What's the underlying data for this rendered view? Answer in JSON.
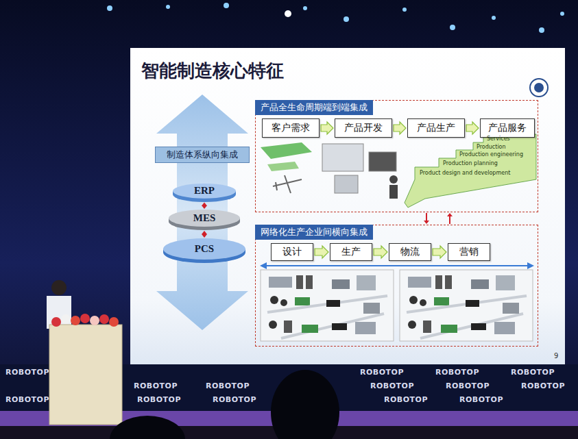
{
  "diagram": {
    "title": "智能制造核心特征",
    "nodes": [
      {
        "text": [
          "制造体系纵向集成"
        ]
      },
      {
        "text": [
          "ERP"
        ]
      },
      {
        "text": [
          "MES"
        ]
      },
      {
        "text": [
          "PCS"
        ]
      },
      {
        "text": [
          "产品全生命周期端到端集成"
        ]
      },
      {
        "text": [
          "客户需求"
        ],
        "in": 4
      },
      {
        "text": [
          "产品开发"
        ],
        "in": 4
      },
      {
        "text": [
          "产品生产"
        ],
        "in": 4
      },
      {
        "text": [
          "产品服务"
        ],
        "in": 4
      },
      {
        "text": [
          "网络化生产企业间横向集成"
        ]
      },
      {
        "text": [
          "设计"
        ],
        "in": 9
      },
      {
        "text": [
          "生产"
        ],
        "in": 9
      },
      {
        "text": [
          "物流"
        ],
        "in": 9
      },
      {
        "text": [
          "营销"
        ],
        "in": 9
      }
    ],
    "edges": [
      {
        "from": 1,
        "to": 2,
        "arrow": "both"
      },
      {
        "from": 2,
        "to": 3,
        "arrow": "both"
      },
      {
        "from": 5,
        "to": 6,
        "arrow": "to"
      },
      {
        "from": 6,
        "to": 7,
        "arrow": "to"
      },
      {
        "from": 7,
        "to": 8,
        "arrow": "to"
      },
      {
        "from": 4,
        "to": 9,
        "arrow": "to"
      },
      {
        "from": 9,
        "to": 4,
        "arrow": "to"
      },
      {
        "from": 10,
        "to": 11,
        "arrow": "to"
      },
      {
        "from": 11,
        "to": 12,
        "arrow": "to"
      },
      {
        "from": 12,
        "to": 13,
        "arrow": "to"
      }
    ],
    "labels": [
      "Services",
      "Production",
      "Production engineering",
      "Production planning",
      "Product design and development",
      "9",
      "ROBOTOP",
      "ROBOTOP",
      "ROBOTOP",
      "ROBOTOP",
      "ROBOTOP",
      "ROBOTOP",
      "ROBOTOP",
      "ROBOTOP",
      "ROBOTOP",
      "ROBOTOP",
      "ROBOTOP",
      "ROBOTOP",
      "ROBOTOP",
      "ROBOTOP"
    ]
  }
}
